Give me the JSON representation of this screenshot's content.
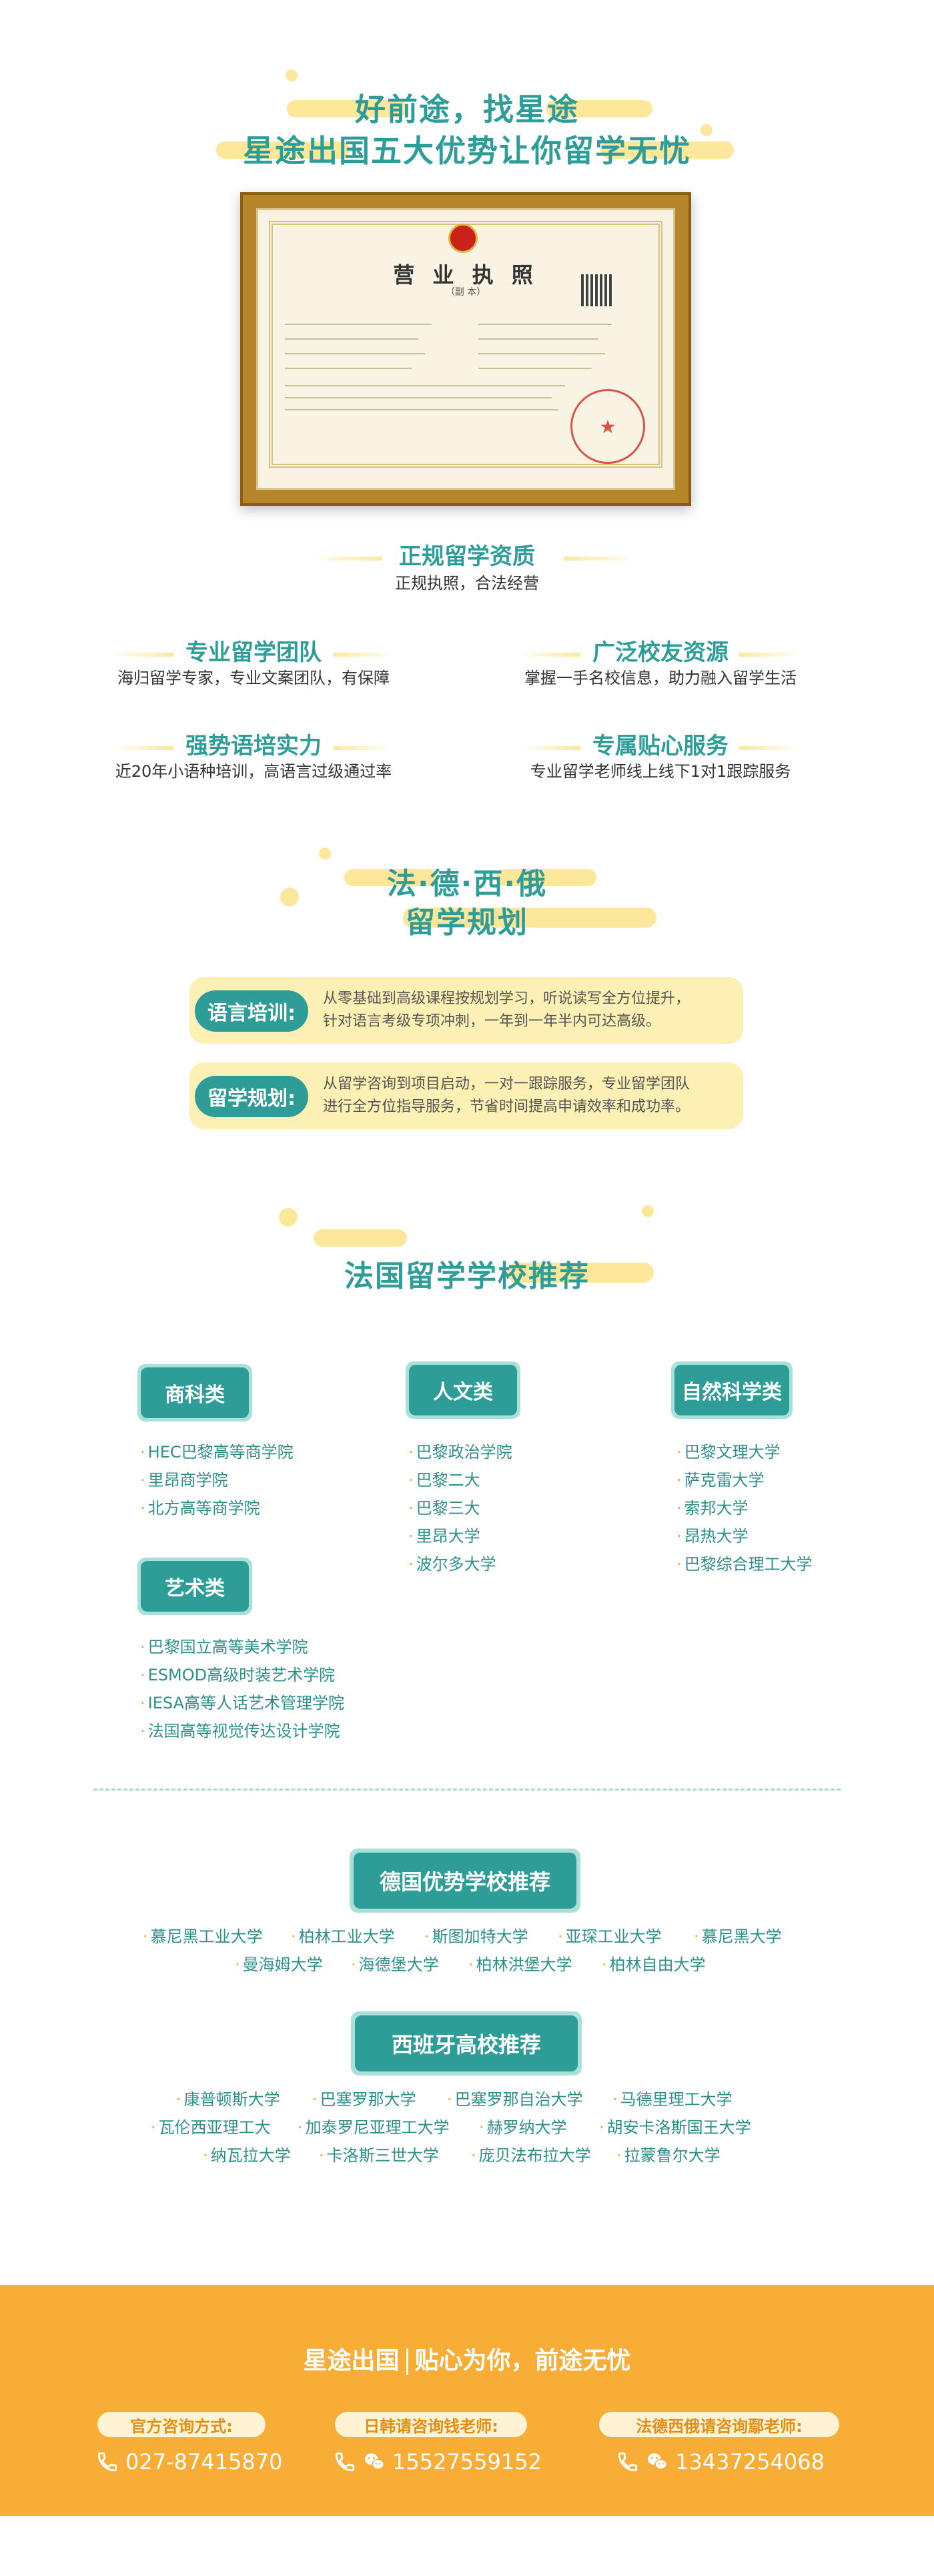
{
  "hero": {
    "line1": "好前途，找星途",
    "line2": "星途出国五大优势让你留学无忧"
  },
  "certificate": {
    "title": "营 业 执 照",
    "subtitle": "（副 本）"
  },
  "advantages": [
    {
      "title": "正规留学资质",
      "desc": "正规执照，合法经营"
    },
    {
      "title": "专业留学团队",
      "desc": "海归留学专家，专业文案团队，有保障"
    },
    {
      "title": "广泛校友资源",
      "desc": "掌握一手名校信息，助力融入留学生活"
    },
    {
      "title": "强势语培实力",
      "desc": "近20年小语种培训，高语言过级通过率"
    },
    {
      "title": "专属贴心服务",
      "desc": "专业留学老师线上线下1对1跟踪服务"
    }
  ],
  "planning": {
    "title_line1": "法·德·西·俄",
    "title_line2": "留学规划",
    "items": [
      {
        "tag": "语言培训:",
        "line1": "从零基础到高级课程按规划学习，听说读写全方位提升，",
        "line2": "针对语言考级专项冲刺，一年到一年半内可达高级。"
      },
      {
        "tag": "留学规划:",
        "line1": "从留学咨询到项目启动，一对一跟踪服务，专业留学团队",
        "line2": "进行全方位指导服务，节省时间提高申请效率和成功率。"
      }
    ]
  },
  "france": {
    "title": "法国留学学校推荐",
    "categories": [
      {
        "name": "商科类",
        "schools": [
          "HEC巴黎高等商学院",
          "里昂商学院",
          "北方高等商学院"
        ]
      },
      {
        "name": "人文类",
        "schools": [
          "巴黎政治学院",
          "巴黎二大",
          "巴黎三大",
          "里昂大学",
          "波尔多大学"
        ]
      },
      {
        "name": "自然科学类",
        "schools": [
          "巴黎文理大学",
          "萨克雷大学",
          "索邦大学",
          "昂热大学",
          "巴黎综合理工大学"
        ]
      },
      {
        "name": "艺术类",
        "schools": [
          "巴黎国立高等美术学院",
          "ESMOD高级时装艺术学院",
          "IESA高等人话艺术管理学院",
          "法国高等视觉传达设计学院"
        ]
      }
    ]
  },
  "germany": {
    "title": "德国优势学校推荐",
    "row1": [
      "慕尼黑工业大学",
      "柏林工业大学",
      "斯图加特大学",
      "亚琛工业大学",
      "慕尼黑大学"
    ],
    "row2": [
      "曼海姆大学",
      "海德堡大学",
      "柏林洪堡大学",
      "柏林自由大学"
    ]
  },
  "spain": {
    "title": "西班牙高校推荐",
    "row1": [
      "康普顿斯大学",
      "巴塞罗那大学",
      "巴塞罗那自治大学",
      "马德里理工大学"
    ],
    "row2": [
      "瓦伦西亚理工大",
      "加泰罗尼亚理工大学",
      "赫罗纳大学",
      "胡安卡洛斯国王大学"
    ],
    "row3": [
      "纳瓦拉大学",
      "卡洛斯三世大学",
      "庞贝法布拉大学",
      "拉蒙鲁尔大学"
    ]
  },
  "footer": {
    "slogan_left": "星途出国",
    "slogan_right": "贴心为你，前途无忧",
    "contacts": [
      {
        "label": "官方咨询方式:",
        "phone": "027-87415870"
      },
      {
        "label": "日韩请咨询钱老师:",
        "phone": "15527559152"
      },
      {
        "label": "法德西俄请咨询鄢老师:",
        "phone": "13437254068"
      }
    ]
  }
}
